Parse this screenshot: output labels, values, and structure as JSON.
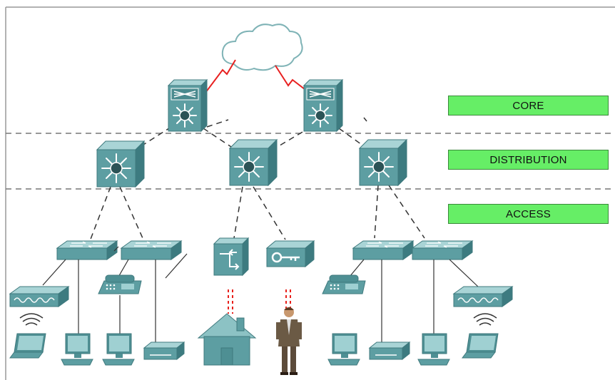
{
  "layers": {
    "core": "CORE",
    "distribution": "DISTRIBUTION",
    "access": "ACCESS"
  },
  "colors": {
    "device_teal": "#4e8f93",
    "device_light": "#8cc2c4",
    "label_green": "#66ee66",
    "wan_link": "#e82020",
    "wireless": "#e8201b"
  }
}
